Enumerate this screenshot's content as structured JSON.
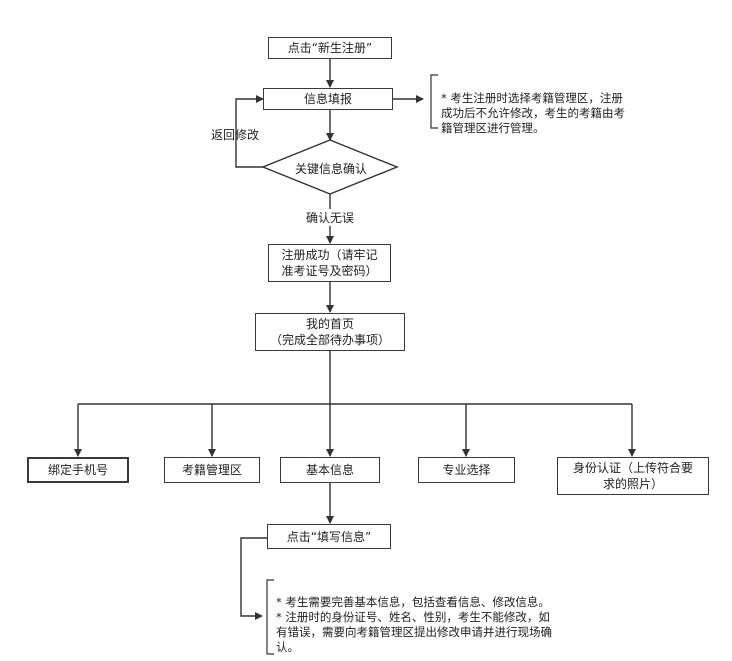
{
  "nodes": {
    "click_register": "点击“新生注册”",
    "fill_info": "信息填报",
    "confirm_key": "关键信息确认",
    "register_success": "注册成功（请牢记\n准考证号及密码）",
    "home": "我的首页\n（完成全部待办事项）",
    "bind_phone": "绑定手机号",
    "exam_area": "考籍管理区",
    "basic_info": "基本信息",
    "major_select": "专业选择",
    "id_verify": "身份认证（上传符合要\n求的照片）",
    "click_fill": "点击“填写信息”"
  },
  "labels": {
    "return_modify": "返回修改",
    "confirm_ok": "确认无误"
  },
  "notes": {
    "register_note": "* 考生注册时选择考籍管理区，注册\n成功后不允许修改，考生的考籍由考\n籍管理区进行管理。",
    "info_note": "* 考生需要完善基本信息，包括查看信息、修改信息。\n* 注册时的身份证号、姓名、性别，考生不能修改，如\n有错误，需要向考籍管理区提出修改申请并进行现场确\n认。"
  }
}
